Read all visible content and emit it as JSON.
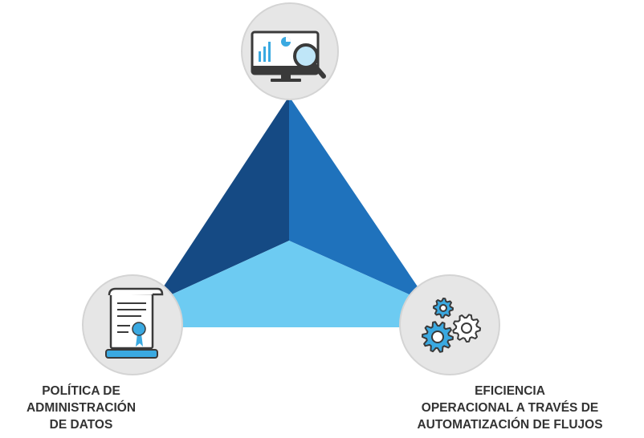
{
  "diagram": {
    "nodes": [
      {
        "id": "top",
        "icon": "monitor-analytics-icon",
        "label_lines": []
      },
      {
        "id": "left",
        "icon": "certificate-document-icon",
        "label_lines": [
          "POLÍTICA DE",
          "ADMINISTRACIÓN",
          "DE DATOS"
        ]
      },
      {
        "id": "right",
        "icon": "gears-icon",
        "label_lines": [
          "EFICIENCIA",
          "OPERACIONAL A TRAVÉS DE",
          "AUTOMATIZACIÓN  DE FLUJOS"
        ]
      }
    ],
    "colors": {
      "face_left": "#154a84",
      "face_right": "#1f72bc",
      "face_bottom": "#6dcbf2",
      "circle_fill": "#e6e6e6",
      "circle_stroke": "#d4d4d4",
      "icon_dark": "#3a3a3a",
      "icon_blue": "#3aa9e1",
      "label_text": "#333333"
    }
  }
}
